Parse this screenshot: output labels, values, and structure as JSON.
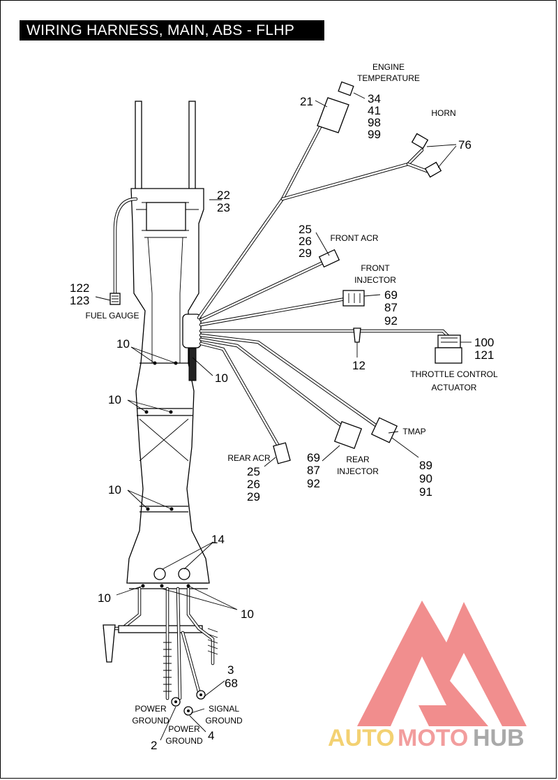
{
  "title": "WIRING HARNESS, MAIN, ABS - FLHP",
  "labels": {
    "engine_temperature": [
      "ENGINE",
      "TEMPERATURE"
    ],
    "horn": "HORN",
    "front_acr": "FRONT ACR",
    "front_injector": [
      "FRONT",
      "INJECTOR"
    ],
    "fuel_gauge": "FUEL GAUGE",
    "throttle_control_actuator": [
      "THROTTLE CONTROL",
      "ACTUATOR"
    ],
    "tmap": "TMAP",
    "rear_acr": "REAR ACR",
    "rear_injector": [
      "REAR",
      "INJECTOR"
    ],
    "power_ground_1": [
      "POWER",
      "GROUND"
    ],
    "power_ground_2": [
      "POWER",
      "GROUND"
    ],
    "signal_ground": [
      "SIGNAL",
      "GROUND"
    ]
  },
  "callouts": {
    "engine_temp_nums": [
      "34",
      "41",
      "98",
      "99"
    ],
    "engine_temp_cover": "21",
    "horn": "76",
    "frame_top": [
      "22",
      "23"
    ],
    "front_acr": [
      "25",
      "26",
      "29"
    ],
    "front_injector": [
      "69",
      "87",
      "92"
    ],
    "fuel_gauge": [
      "122",
      "123"
    ],
    "throttle": [
      "100",
      "121"
    ],
    "clip": "12",
    "tie_a": "10",
    "tie_b": "10",
    "tie_c": "10",
    "tie_d": "10",
    "tie_e": "10",
    "tie_f": "10",
    "grommet": "14",
    "rear_acr": [
      "25",
      "26",
      "29"
    ],
    "rear_injector": [
      "69",
      "87",
      "92"
    ],
    "tmap": [
      "89",
      "90",
      "91"
    ],
    "signal_ground": [
      "3",
      "68"
    ],
    "power_ground_1": "2",
    "power_ground_2": "4"
  },
  "watermark": {
    "part1": "AUTO",
    "part2": "MOTO",
    "part3": "HUB",
    "color_auto": "#f2c95a",
    "color_moto": "#f08c8c",
    "color_hub": "#9b9b9b"
  }
}
